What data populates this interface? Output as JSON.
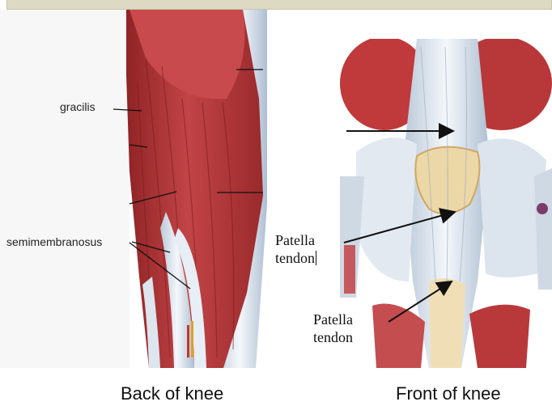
{
  "back_labels": {
    "gracilis": "gracilis",
    "semimembranosus": "semimembranosus"
  },
  "front_labels": {
    "patella_tendon_1_line1": "Patella",
    "patella_tendon_1_line2": "tendon",
    "patella_tendon_2_line1": "Patella",
    "patella_tendon_2_line2": "tendon"
  },
  "captions": {
    "back": "Back of knee",
    "front": "Front of knee"
  },
  "colors": {
    "muscle": "#b8383a",
    "muscle_dark": "#8f2325",
    "tendon": "#dfe6ee",
    "bone": "#ecd7a6",
    "header_bar": "#ddd9c3"
  }
}
